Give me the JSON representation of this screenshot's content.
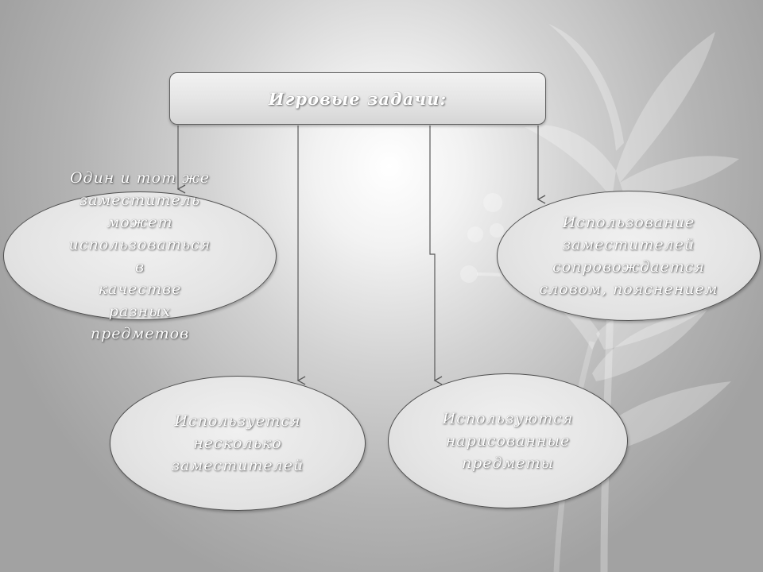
{
  "diagram": {
    "title": "Игровые задачи:",
    "nodes": [
      {
        "id": "node-1",
        "lines": [
          "Один и тот же",
          "заместитель",
          "может",
          "использоваться в",
          "качестве разных",
          "предметов"
        ]
      },
      {
        "id": "node-2",
        "lines": [
          "Использование",
          "заместителей",
          "сопровождается",
          "словом, пояснением"
        ]
      },
      {
        "id": "node-3",
        "lines": [
          "Используется",
          "несколько",
          "заместителей"
        ]
      },
      {
        "id": "node-4",
        "lines": [
          "Используются",
          "нарисованные",
          "предметы"
        ]
      }
    ]
  },
  "colors": {
    "connector": "#5a5a5a",
    "text": "#ffffff",
    "node_fill": "#e6e6e6"
  }
}
